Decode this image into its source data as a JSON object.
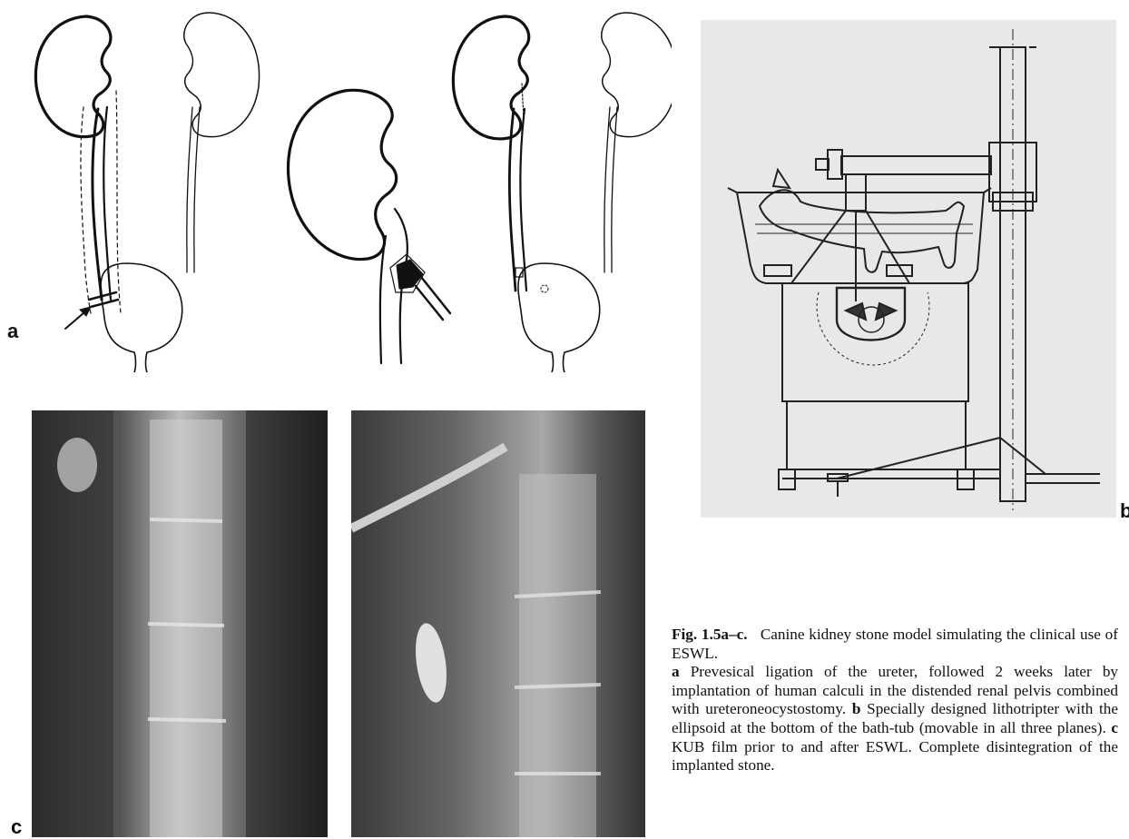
{
  "panel_labels": {
    "a": "a",
    "b": "b",
    "c": "c"
  },
  "caption": {
    "fig_label": "Fig. 1.5a–c.",
    "title": "Canine kidney stone model simulating the clinical use of ESWL.",
    "items": [
      {
        "letter": "a",
        "text": "Prevesical ligation of the ureter, followed 2 weeks later by implantation of human calculi in the distended renal pelvis combined with ureteroneocystostomy."
      },
      {
        "letter": "b",
        "text": "Specially designed lithotripter with the ellipsoid at the bottom of the bath-tub (movable in all three planes)."
      },
      {
        "letter": "c",
        "text": "KUB film prior to and after ESWL. Complete disintegration of the implanted stone."
      }
    ]
  }
}
